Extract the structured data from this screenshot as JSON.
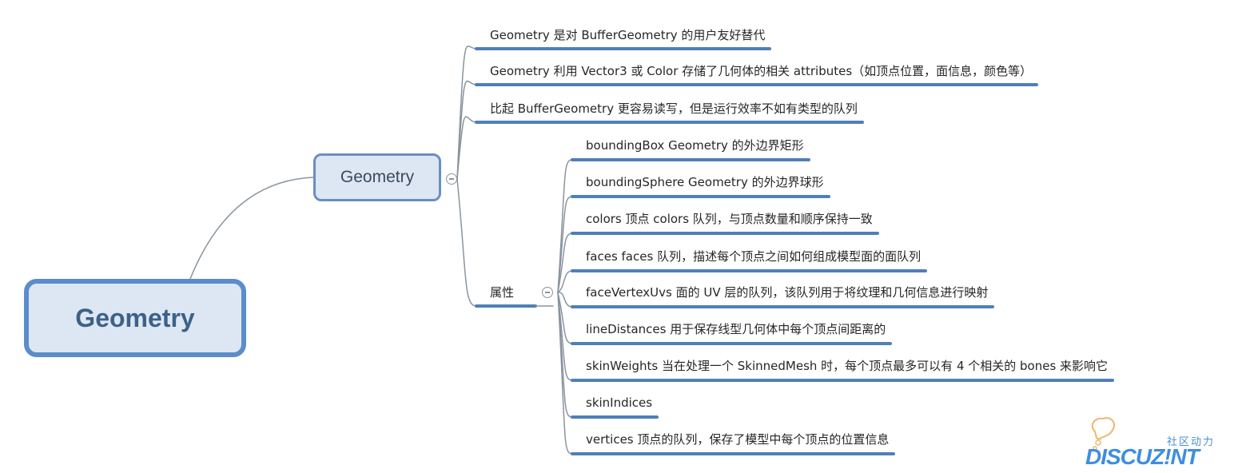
{
  "colors": {
    "accent": "#5b8ccb",
    "underline": "#4f7fb8",
    "connector": "#8a949e",
    "root_fill": "#dde7f3",
    "root_text": "#3d6188",
    "watermark": "#3f8ee0",
    "watermark_bubble": "#f0b66a"
  },
  "mindmap": {
    "root": {
      "label": "Geometry"
    },
    "main": {
      "label": "Geometry",
      "collapse_icon": "minus-circle-icon",
      "children": [
        {
          "label": "Geometry 是对 BufferGeometry 的用户友好替代"
        },
        {
          "label": "Geometry 利用 Vector3 或 Color 存储了几何体的相关 attributes（如顶点位置，面信息，颜色等）"
        },
        {
          "label": "比起 BufferGeometry 更容易读写，但是运行效率不如有类型的队列"
        }
      ],
      "attributes": {
        "label": "属性",
        "collapse_icon": "minus-circle-icon",
        "children": [
          {
            "label": "boundingBox Geometry 的外边界矩形"
          },
          {
            "label": "boundingSphere Geometry 的外边界球形"
          },
          {
            "label": "colors 顶点 colors 队列，与顶点数量和顺序保持一致"
          },
          {
            "label": "faces faces 队列，描述每个顶点之间如何组成模型面的面队列"
          },
          {
            "label": "faceVertexUvs 面的 UV 层的队列，该队列用于将纹理和几何信息进行映射"
          },
          {
            "label": "lineDistances 用于保存线型几何体中每个顶点间距离的"
          },
          {
            "label": "skinWeights 当在处理一个 SkinnedMesh 时，每个顶点最多可以有 4 个相关的 bones 来影响它"
          },
          {
            "label": "skinIndices"
          },
          {
            "label": "vertices 顶点的队列，保存了模型中每个顶点的位置信息"
          }
        ]
      }
    }
  },
  "watermark": {
    "tagline": "社区动力",
    "brand": "DISCUZ!NT",
    "icon": "thought-bubble-icon"
  }
}
